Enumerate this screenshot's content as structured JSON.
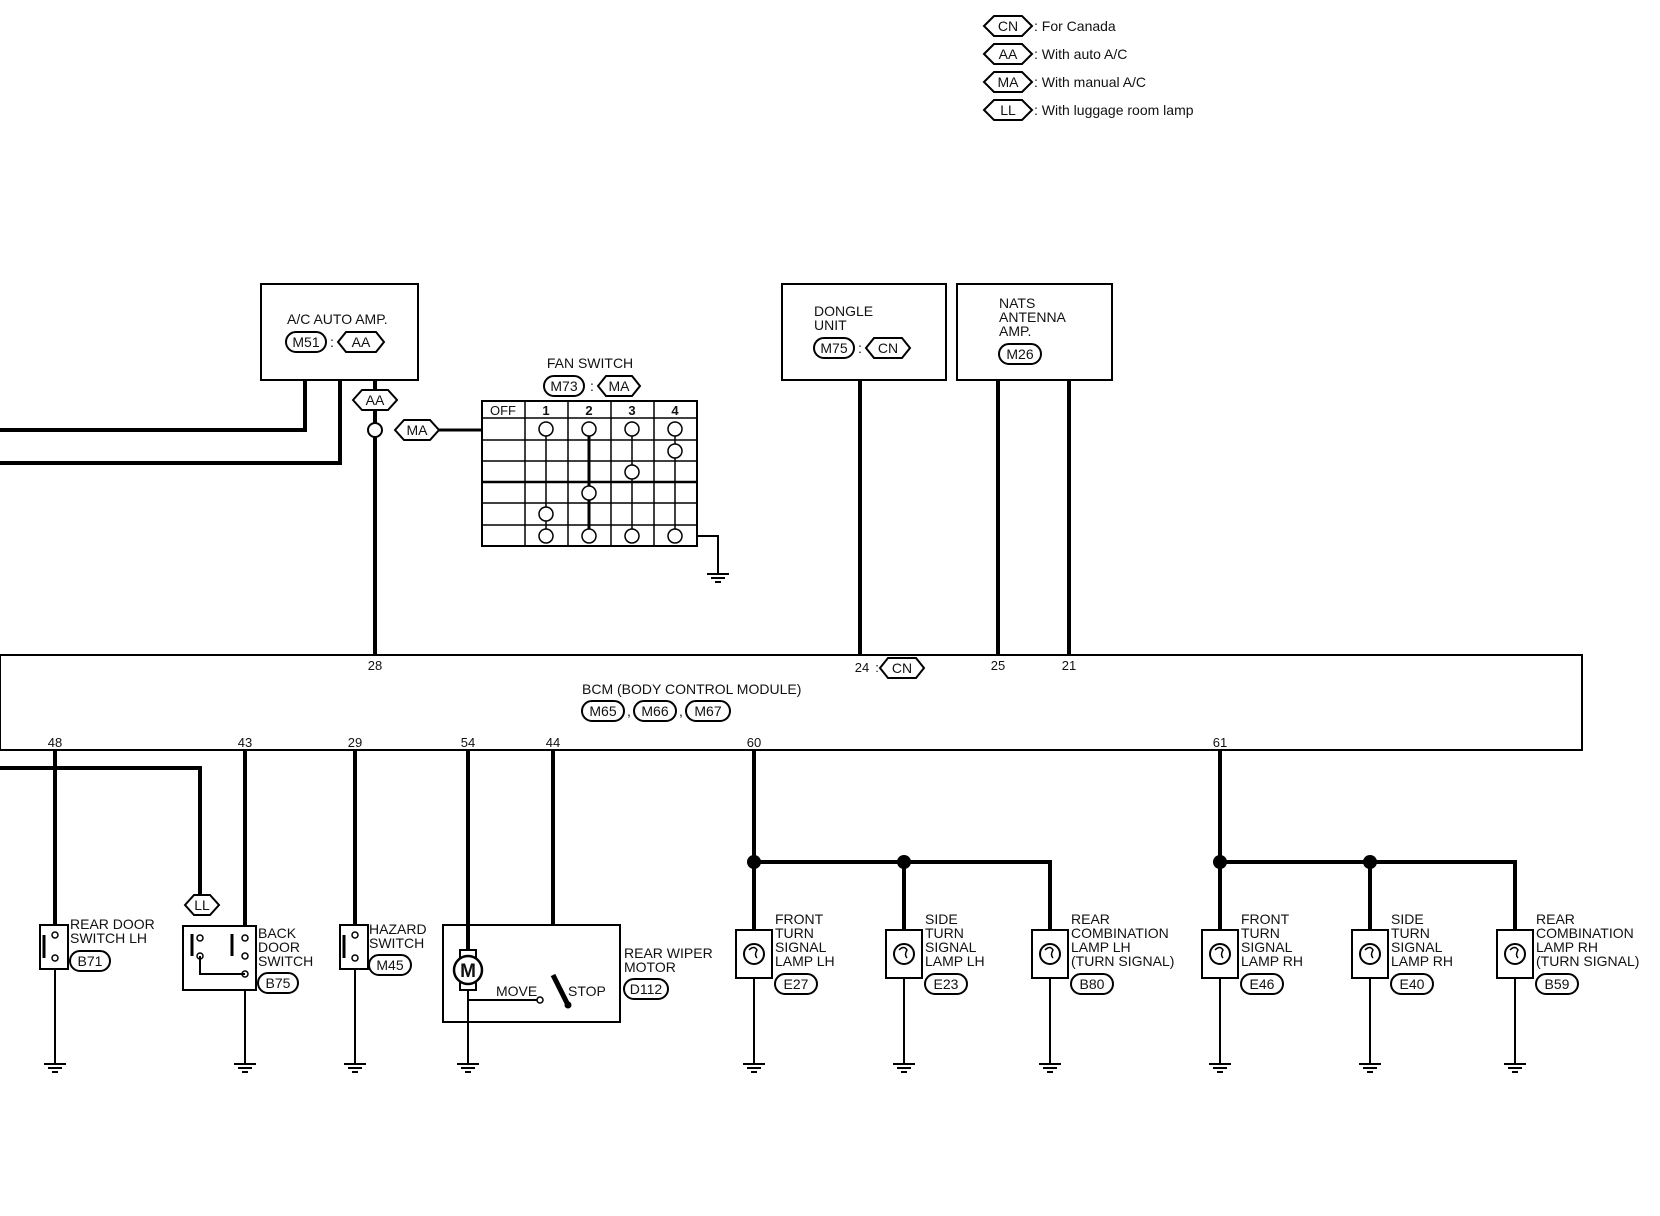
{
  "legend": [
    {
      "code": "CN",
      "text": ": For Canada"
    },
    {
      "code": "AA",
      "text": ": With auto A/C"
    },
    {
      "code": "MA",
      "text": ": With manual A/C"
    },
    {
      "code": "LL",
      "text": ": With luggage room lamp"
    }
  ],
  "ac_amp": {
    "title": "A/C AUTO AMP.",
    "conn": "M51",
    "sep": ":",
    "opt": "AA"
  },
  "fan_switch": {
    "title": "FAN SWITCH",
    "conn": "M73",
    "sep": ":",
    "opt": "MA",
    "cols": [
      "OFF",
      "1",
      "2",
      "3",
      "4"
    ]
  },
  "dongle": {
    "title": [
      "DONGLE",
      "UNIT"
    ],
    "conn": "M75",
    "sep": ":",
    "opt": "CN"
  },
  "nats": {
    "title": [
      "NATS",
      "ANTENNA",
      "AMP."
    ],
    "conn": "M26"
  },
  "aa_tag": "AA",
  "ma_tag": "MA",
  "bcm": {
    "title": "BCM (BODY CONTROL MODULE)",
    "conns": [
      "M65",
      "M66",
      "M67"
    ],
    "sep": ","
  },
  "top_pins": {
    "p28": "28",
    "p24": "24",
    "p24_sep": ":",
    "p24_opt": "CN",
    "p25": "25",
    "p21": "21"
  },
  "bottom_pins": {
    "p48": "48",
    "p43": "43",
    "p29": "29",
    "p54": "54",
    "p44": "44",
    "p60": "60",
    "p61": "61"
  },
  "components": {
    "rear_door_lh": {
      "label": [
        "REAR DOOR",
        "SWITCH LH"
      ],
      "conn": "B71"
    },
    "back_door": {
      "label": [
        "BACK",
        "DOOR",
        "SWITCH"
      ],
      "conn": "B75",
      "opt": "LL"
    },
    "hazard": {
      "label": [
        "HAZARD",
        "SWITCH"
      ],
      "conn": "M45"
    },
    "wiper": {
      "label": [
        "REAR WIPER",
        "MOTOR"
      ],
      "conn": "D112",
      "motor": "M",
      "move": "MOVE",
      "stop": "STOP"
    },
    "front_lh": {
      "label": [
        "FRONT",
        "TURN",
        "SIGNAL",
        "LAMP LH"
      ],
      "conn": "E27"
    },
    "side_lh": {
      "label": [
        "SIDE",
        "TURN",
        "SIGNAL",
        "LAMP LH"
      ],
      "conn": "E23"
    },
    "rear_lh": {
      "label": [
        "REAR",
        "COMBINATION",
        "LAMP LH",
        "(TURN SIGNAL)"
      ],
      "conn": "B80"
    },
    "front_rh": {
      "label": [
        "FRONT",
        "TURN",
        "SIGNAL",
        "LAMP RH"
      ],
      "conn": "E46"
    },
    "side_rh": {
      "label": [
        "SIDE",
        "TURN",
        "SIGNAL",
        "LAMP RH"
      ],
      "conn": "E40"
    },
    "rear_rh": {
      "label": [
        "REAR",
        "COMBINATION",
        "LAMP RH",
        "(TURN SIGNAL)"
      ],
      "conn": "B59"
    }
  }
}
